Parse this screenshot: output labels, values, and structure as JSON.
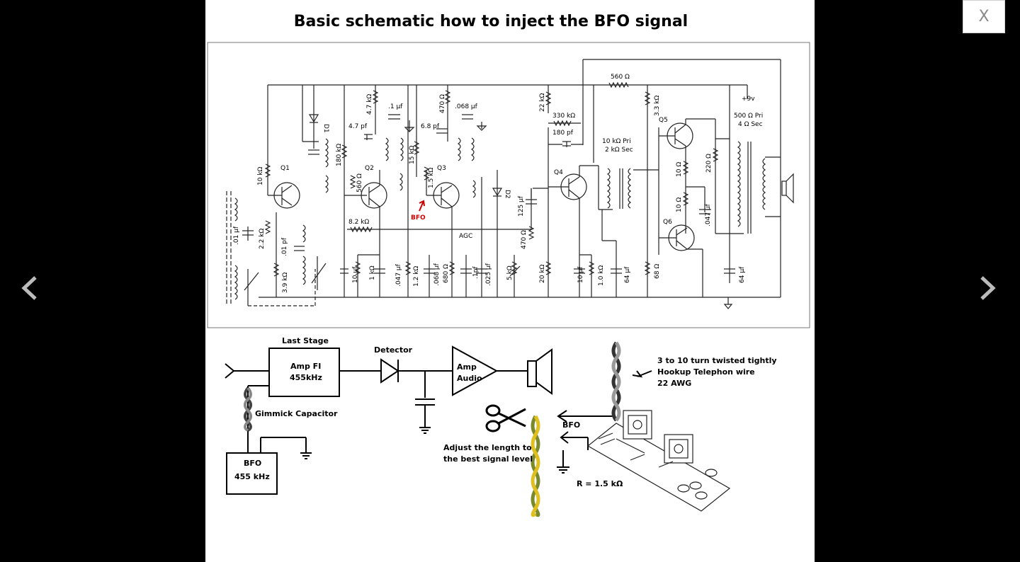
{
  "viewer": {
    "close_label": "X",
    "prev_icon": "chevron-left-icon",
    "next_icon": "chevron-right-icon"
  },
  "figure": {
    "title": "Basic schematic how to inject the BFO signal",
    "schematic": {
      "q1": "Q1",
      "q2": "Q2",
      "q3": "Q3",
      "q4": "Q4",
      "q5": "Q5",
      "q6": "Q6",
      "d1": "D1",
      "d2": "D2",
      "r_10k": "10 kΩ",
      "r_2_2k": "2.2 kΩ",
      "r_3_9k": "3.9 kΩ",
      "c_01a": ".01 μf",
      "c_01b": ".01 pf",
      "r_180k": "180 kΩ",
      "r_560": "560 Ω",
      "r_8_2k": "8.2 kΩ",
      "c_4_7pf": "4.7 pf",
      "r_4_7k": "4.7 kΩ",
      "c_1uf": ".1 μf",
      "r_15k": "15 kΩ",
      "c_6_8pf": "6.8 pf",
      "r_470": "470 Ω",
      "c_068a": ".068 μf",
      "r_1_5k": "1.5 kΩ",
      "bfo_point": "BFO",
      "agc": "AGC",
      "c_10uf_a": "10 μf",
      "r_1k": "1 kΩ",
      "c_047": ".047 μf",
      "r_1_2k": "1.2 kΩ",
      "c_068b": ".068 μf",
      "r_680": "680 Ω",
      "c_1pf": ".1pf",
      "c_025": ".025 μf",
      "r_5k": "5 kΩ",
      "c_125": "125 μf",
      "r_470b": "470 Ω",
      "r_22k": "22 kΩ",
      "r_330k": "330 kΩ",
      "c_180pf": "180 pf",
      "r_20k": "20 kΩ",
      "c_10uf_b": "10 μf",
      "r_1_0k": "1.0 kΩ",
      "c_64a": "64 μf",
      "t1_pri": "10 kΩ Pri",
      "t1_sec": "2 kΩ Sec",
      "r_560_top": "560 Ω",
      "r_3_3k": "3.3 kΩ",
      "supply": "+9v",
      "t2_pri": "500 Ω Pri",
      "t2_sec": "4 Ω Sec",
      "r_10a": "10 Ω",
      "r_10b": "10 Ω",
      "r_220": "220 Ω",
      "c_047b": ".047 μf",
      "r_68": "68 Ω",
      "c_64b": "64 μf"
    },
    "block": {
      "last_stage": "Last Stage",
      "amp_fi_1": "Amp FI",
      "amp_fi_2": "455kHz",
      "detector": "Detector",
      "amp_audio_1": "Amp",
      "amp_audio_2": "Audio",
      "gimmick": "Gimmick Capacitor",
      "bfo_box_1": "BFO",
      "bfo_box_2": "455 kHz",
      "adjust_1": "Adjust the length to",
      "adjust_2": "the best signal level",
      "bfo_arrow": "BFO",
      "twist_1": "3 to 10 turn twisted tightly",
      "twist_2": "Hookup Telephon wire",
      "twist_3": "22 AWG",
      "r_value": "R = 1.5 kΩ"
    }
  }
}
